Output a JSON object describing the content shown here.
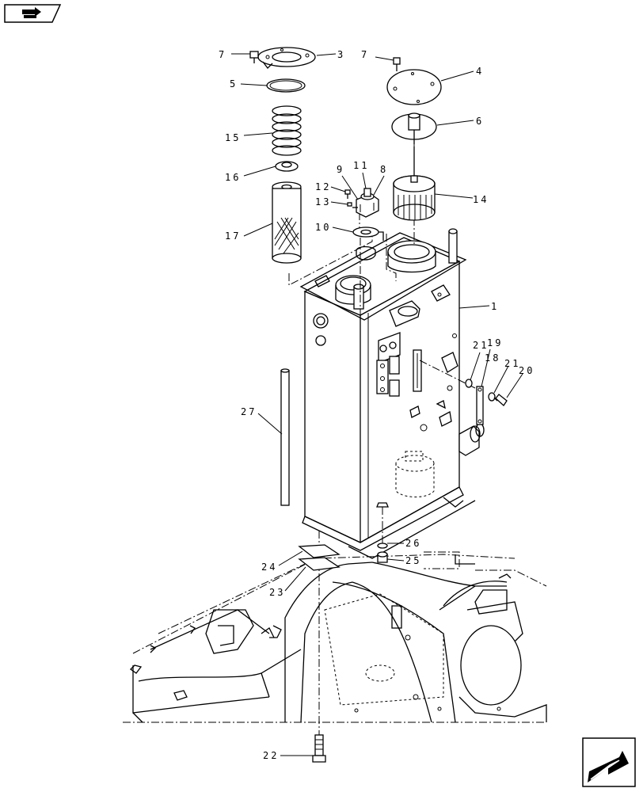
{
  "callouts": {
    "c1": "1",
    "c3": "3",
    "c4": "4",
    "c5": "5",
    "c6": "6",
    "c7a": "7",
    "c7b": "7",
    "c8": "8",
    "c9": "9",
    "c10": "10",
    "c11": "11",
    "c12": "12",
    "c13": "13",
    "c14": "14",
    "c15": "15",
    "c16": "16",
    "c17": "17",
    "c18": "18",
    "c19": "19",
    "c20": "20",
    "c21a": "21",
    "c21b": "21",
    "c22": "22",
    "c23": "23",
    "c24": "24",
    "c25": "25",
    "c26": "26",
    "c27": "27"
  },
  "nav": {
    "top_left_icon": "book-arrow-icon",
    "bottom_right_icon": "next-page-arrow-icon"
  }
}
